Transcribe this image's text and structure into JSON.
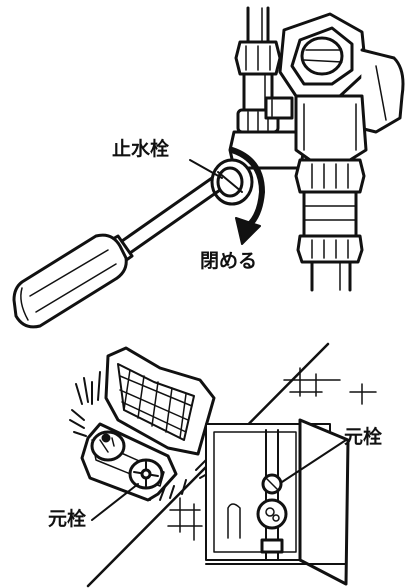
{
  "labels": {
    "stop_valve": "止水栓",
    "close": "閉める",
    "main_valve_ground": "元栓",
    "main_valve_cabinet": "元栓"
  },
  "colors": {
    "line": "#111111",
    "background": "#ffffff",
    "shade": "#333333"
  }
}
